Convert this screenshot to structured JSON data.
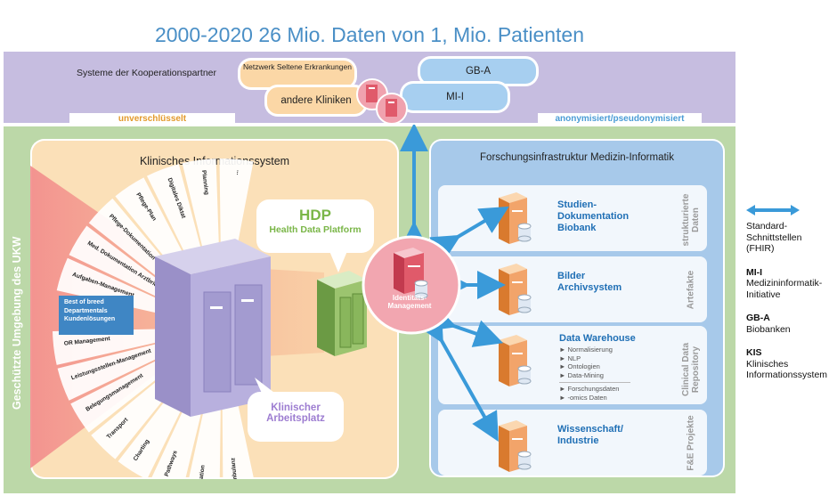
{
  "header": {
    "title": "2000-2020 26 Mio. Daten von 1, Mio. Patienten"
  },
  "partner_band": {
    "label": "Systeme der Kooperationspartner",
    "items": [
      "Netzwerk Seltene Erkrankungen",
      "andere Kliniken",
      "GB-A",
      "MI-I"
    ],
    "tag_left": "unverschlüsselt",
    "tag_right": "anonymisiert/pseudonymisiert"
  },
  "outer": {
    "label": "Geschützte Umgebung des UKW"
  },
  "kis": {
    "title": "Klinisches Informationssystem",
    "wedges": [
      "Ambulanz",
      "Station",
      "Pathways",
      "Charting",
      "Transport",
      "Belegungsmanagement",
      "Leistungsstellen-Management",
      "OR Management",
      "Aufgaben-Management",
      "Med. Dokumentation Arztbrief",
      "Pflege-Dokumentation",
      "Pflege-Plan",
      "Digitales Diktat",
      "Planning",
      "..."
    ],
    "best_of_breed": [
      "Best of breed",
      "Departmentals",
      "Kundenlösungen"
    ],
    "hdp_title": "HDP",
    "hdp_subtitle": "Health Data Platform",
    "workplace": [
      "Klinischer",
      "Arbeitsplatz"
    ]
  },
  "identity": [
    "Identitäts-",
    "Management"
  ],
  "research": {
    "title": "Forschungsinfrastruktur Medizin-Informatik",
    "rows": [
      {
        "title": [
          "Studien-",
          "Dokumentation",
          "Biobank"
        ],
        "side": [
          "strukturierte",
          "Daten"
        ],
        "sub": []
      },
      {
        "title": [
          "Bilder",
          "Archivsystem"
        ],
        "side": [
          "Artefakte"
        ],
        "sub": []
      },
      {
        "title": [
          "Data Warehouse"
        ],
        "side": [
          "Clinical Data",
          "Repository"
        ],
        "sub": [
          "► Normalisierung",
          "► NLP",
          "► Ontologien",
          "► Data-Mining",
          "► Forschungsdaten",
          "► -omics Daten"
        ]
      },
      {
        "title": [
          "Wissenschaft/",
          "Industrie"
        ],
        "side": [
          "F&E Projekte"
        ],
        "sub": []
      }
    ]
  },
  "legend": [
    {
      "head": "",
      "lines": [
        "Standard-",
        "Schnittstellen",
        "(FHIR)"
      ]
    },
    {
      "head": "MI-I",
      "lines": [
        "Medizininformatik-",
        "Initiative"
      ]
    },
    {
      "head": "GB-A",
      "lines": [
        "Biobanken"
      ]
    },
    {
      "head": "KIS",
      "lines": [
        "Klinisches",
        "Informationssystem"
      ]
    }
  ],
  "colors": {
    "title_blue": "#4a8fc6",
    "arrow_blue": "#3a9ad9",
    "green": "#7ab648",
    "orange": "#e39a2c",
    "purple": "#9d7dd1"
  },
  "icons": [
    "server-icon",
    "database-icon",
    "double-arrow-icon"
  ]
}
